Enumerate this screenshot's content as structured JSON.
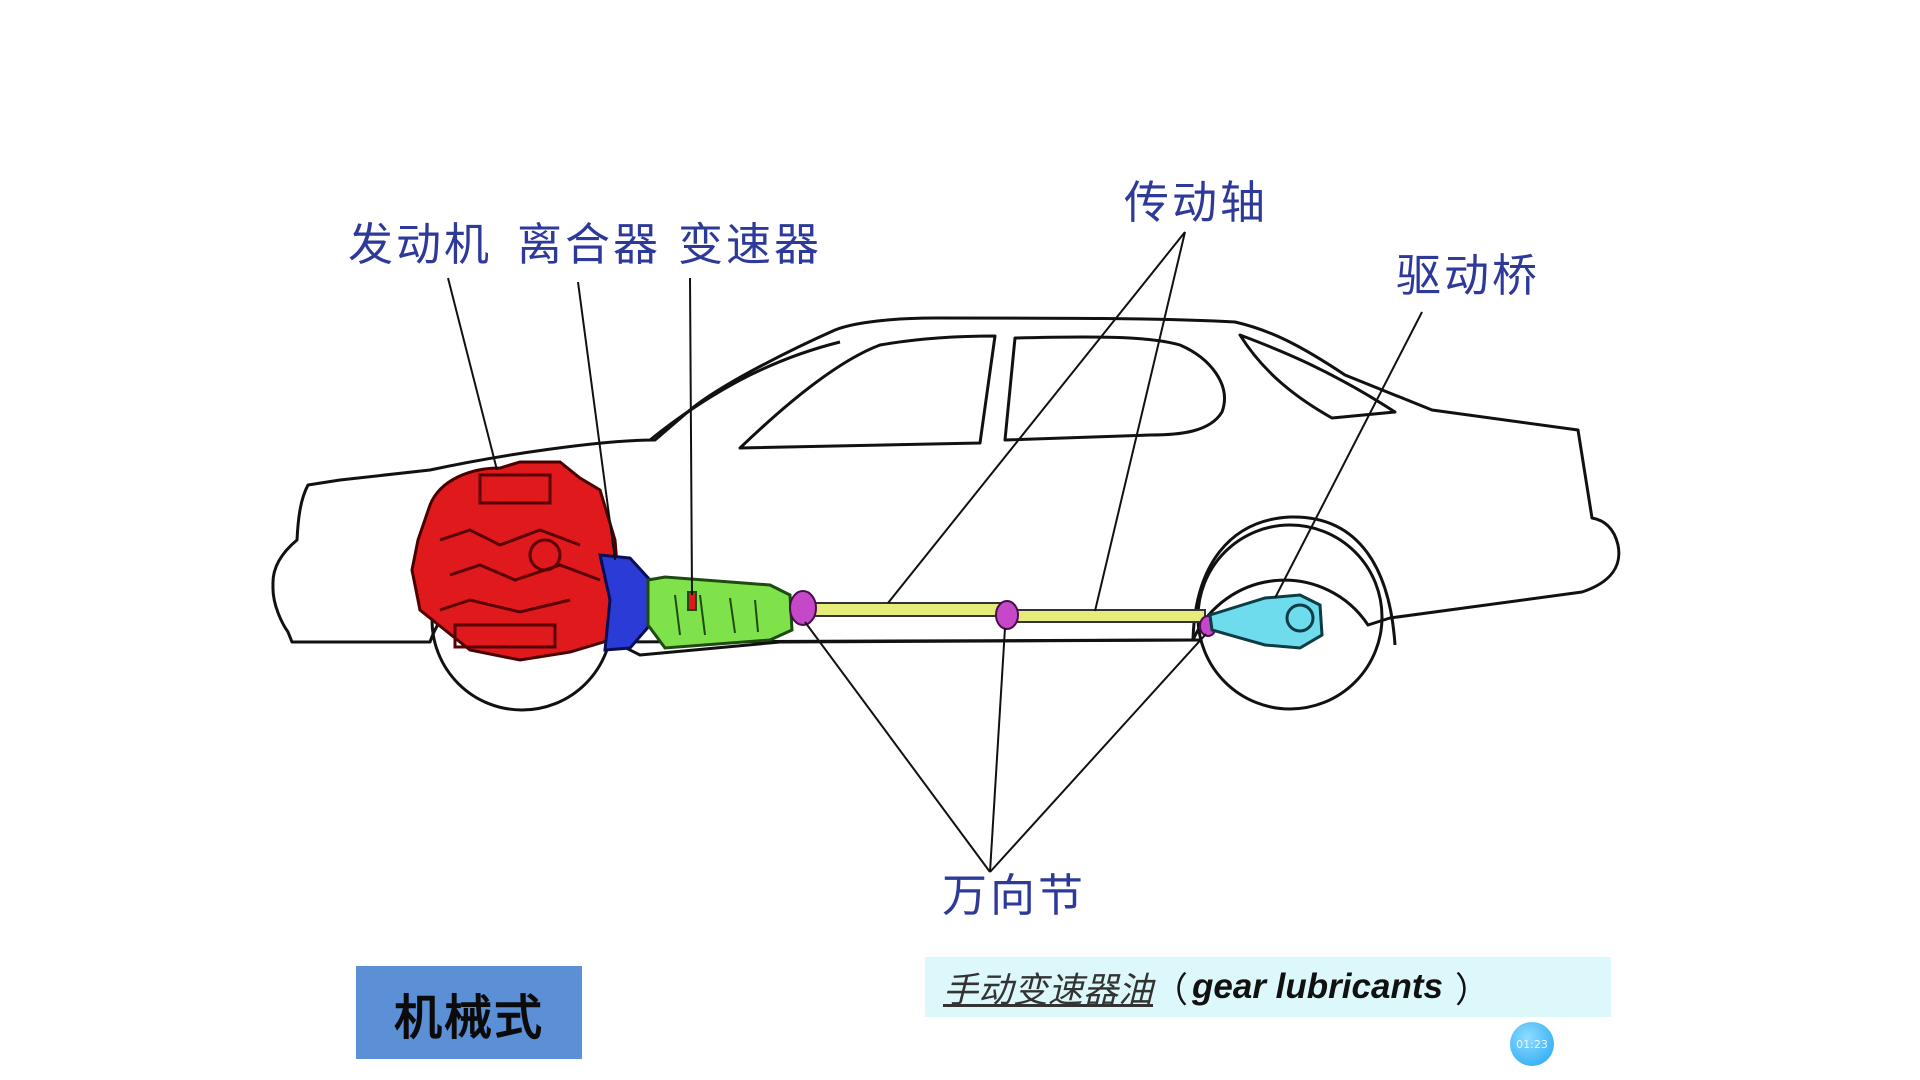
{
  "labels": {
    "engine": "发动机",
    "clutch": "离合器",
    "gearbox": "变速器",
    "drive_shaft": "传动轴",
    "drive_axle": "驱动桥",
    "universal_joint": "万向节"
  },
  "mode_label": "机械式",
  "lubricant": {
    "cn": "手动变速器油",
    "open": "（",
    "en": "gear lubricants",
    "close": "）"
  },
  "timer_text": "01:23",
  "colors": {
    "engine": "#e0191c",
    "clutch": "#2a3bd6",
    "gearbox": "#7fe24a",
    "shaft": "#e6ec7a",
    "joint": "#c548c9",
    "axle": "#6fdcee",
    "label_text": "#2e3a9a",
    "mode_box": "#5b8fd6",
    "lube_box": "#dcf8fb"
  }
}
